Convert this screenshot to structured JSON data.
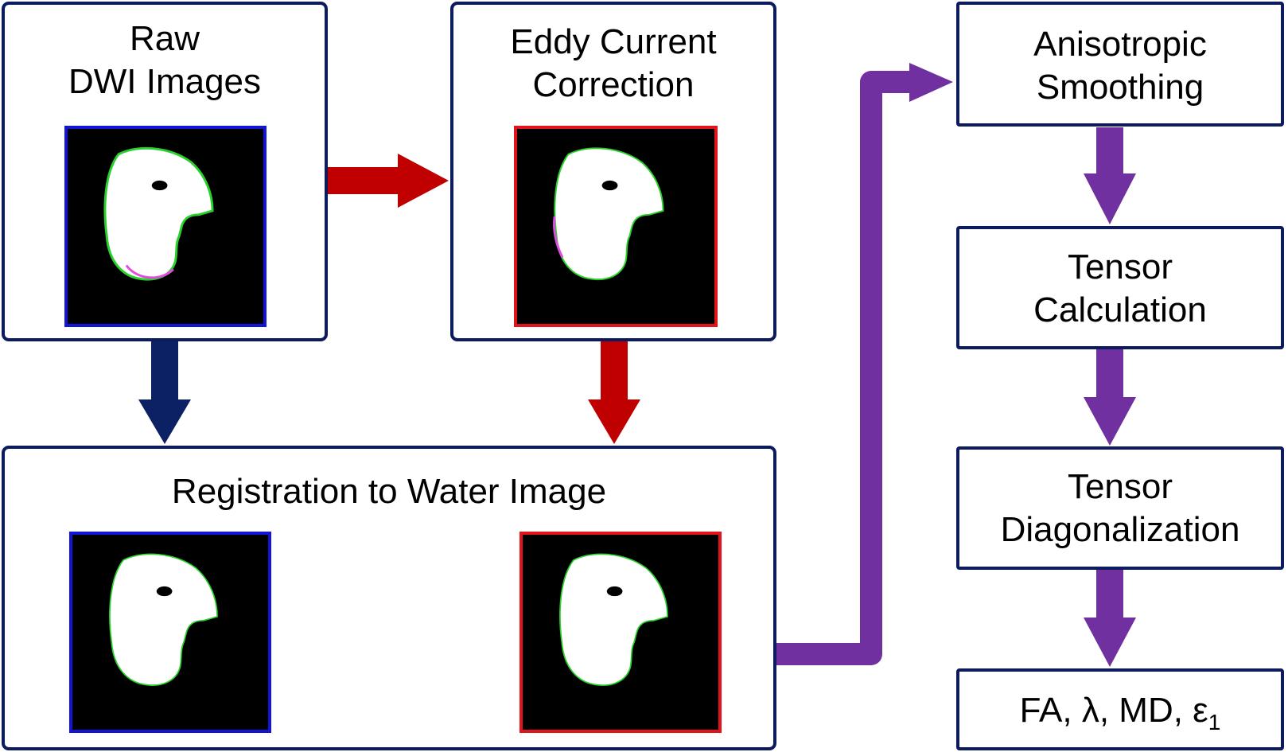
{
  "colors": {
    "box_border": "#0b1b5e",
    "blue_frame": "#1414d6",
    "red_frame": "#e0141a",
    "navy_arrow": "#0b2163",
    "red_arrow": "#c00000",
    "purple_arrow": "#7030a0"
  },
  "boxes": {
    "raw": {
      "line1": "Raw",
      "line2": "DWI Images"
    },
    "eddy": {
      "line1": "Eddy Current",
      "line2": "Correction"
    },
    "registration": {
      "title": "Registration to Water Image"
    },
    "smoothing": {
      "line1": "Anisotropic",
      "line2": "Smoothing"
    },
    "tensor_calc": {
      "line1": "Tensor",
      "line2": "Calculation"
    },
    "tensor_diag": {
      "line1": "Tensor",
      "line2": "Diagonalization"
    },
    "outputs": {
      "text": "FA, λ, MD, ε",
      "subscript": "1"
    }
  }
}
